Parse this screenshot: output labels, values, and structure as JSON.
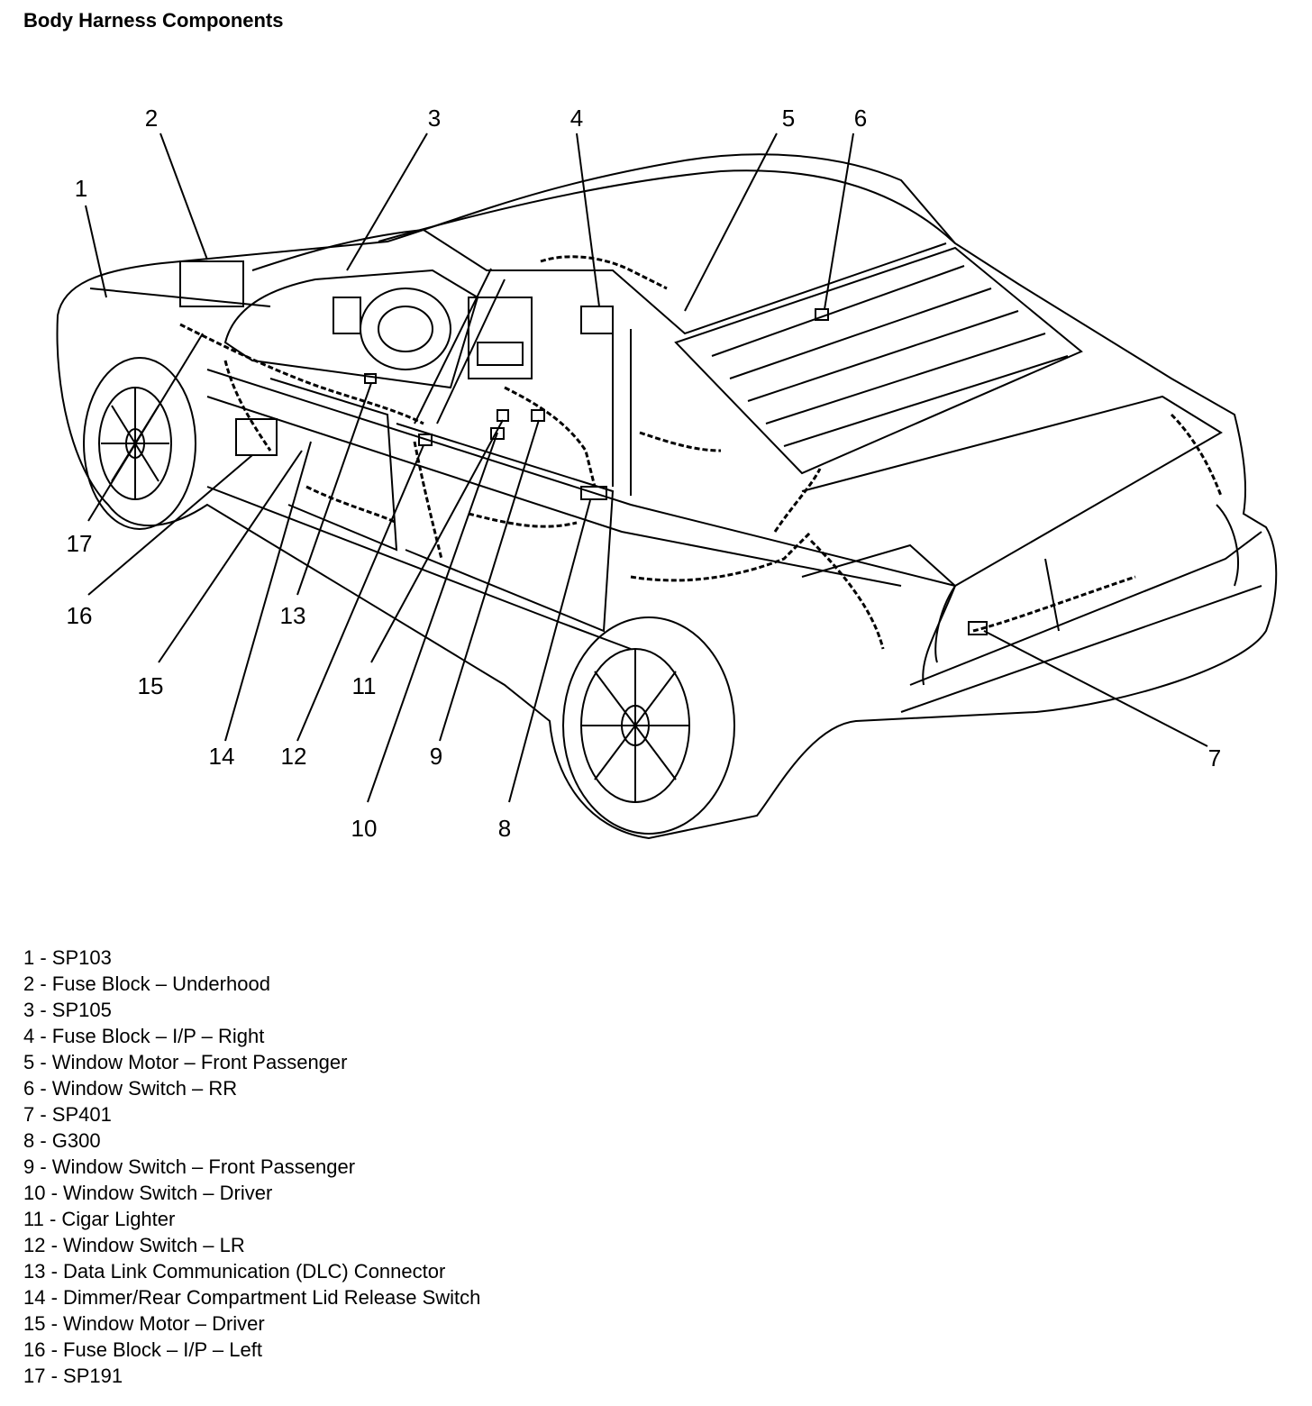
{
  "title": "Body Harness Components",
  "callouts": [
    "1",
    "2",
    "3",
    "4",
    "5",
    "6",
    "7",
    "8",
    "9",
    "10",
    "11",
    "12",
    "13",
    "14",
    "15",
    "16",
    "17"
  ],
  "legend": [
    "1 - SP103",
    "2 - Fuse Block – Underhood",
    "3 - SP105",
    "4 - Fuse Block – I/P – Right",
    "5 - Window Motor – Front Passenger",
    "6 - Window Switch – RR",
    "7 - SP401",
    "8 - G300",
    "9 - Window Switch – Front Passenger",
    "10 - Window Switch – Driver",
    "11 - Cigar Lighter",
    "12 - Window Switch – LR",
    "13 - Data Link Communication (DLC) Connector",
    "14 - Dimmer/Rear Compartment Lid Release Switch",
    "15 - Window Motor – Driver",
    "16 - Fuse Block – I/P – Left",
    "17 - SP191"
  ]
}
